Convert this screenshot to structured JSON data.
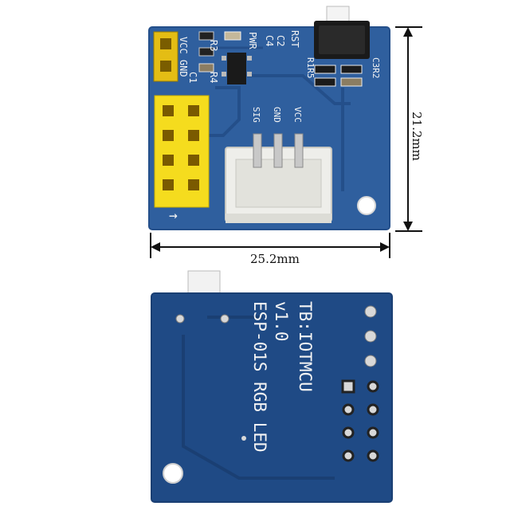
{
  "top_board": {
    "labels": {
      "header": "VCC GND",
      "pwr": "PWR",
      "rst": "RST",
      "c4": "C4",
      "c2": "C2",
      "r3": "R3",
      "c1": "C1",
      "r4": "R4",
      "r1r5": "R1R5",
      "c3r2": "C3R2",
      "sig": "SIG",
      "gnd": "GND",
      "vcc": "VCC",
      "arrow": "→"
    }
  },
  "dimensions": {
    "height": "21.2mm",
    "width": "25.2mm"
  },
  "bottom_board": {
    "labels": {
      "line1": "ESP-01S RGB LED",
      "line2": "v1.0",
      "line3": "TB:IOTMCU"
    }
  },
  "colors": {
    "pcb_blue": "#2f5f9e",
    "pcb_blue_dark": "#1f4a85",
    "header_yellow": "#f5dc1e",
    "connector_white": "#eeeeea",
    "silk": "#f4f4f4"
  }
}
